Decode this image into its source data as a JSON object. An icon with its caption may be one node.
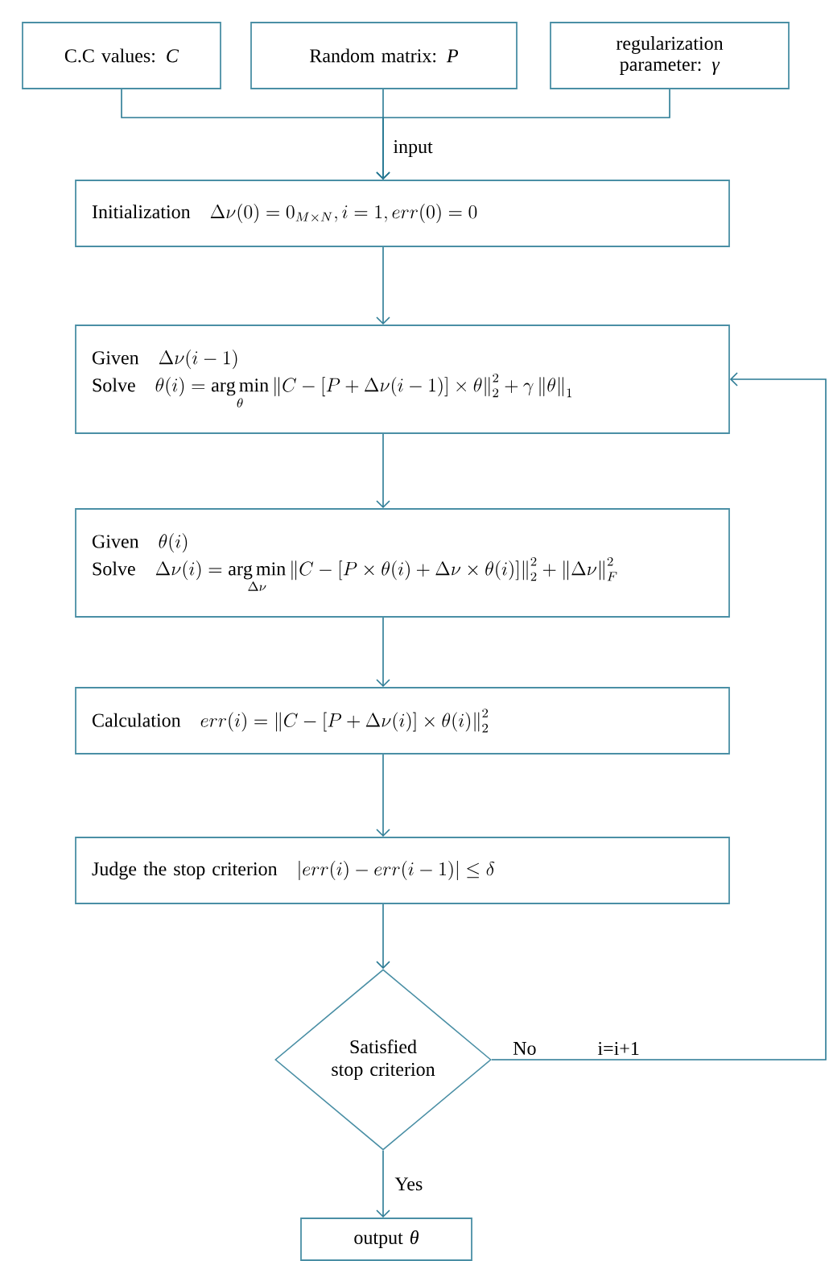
{
  "diagram": {
    "nodes": [
      {
        "text": [
          "C.C values: *C*"
        ]
      },
      {
        "text": [
          "Random matrix: *P*"
        ]
      },
      {
        "text": [
          "regularization parameter: *γ*"
        ]
      },
      {
        "text": [
          "Initialization",
          "\\Delta\\nu(0)=0_{M\\times N}, i=1, err(0)=0"
        ]
      },
      {
        "text": [
          "Given",
          "\\Delta\\nu(i-1)",
          "Solve",
          "\\theta(i)=\\mathop{\\arg\\min}\\limits_{\\theta}\\left\\|C-[P+\\Delta\\nu(i-1)]\\times\\theta\\right\\|_2^2+\\gamma\\left\\|\\theta\\right\\|_1"
        ]
      },
      {
        "text": [
          "Given",
          "\\theta(i)",
          "Solve",
          "\\Delta\\nu(i)=\\mathop{\\arg\\min}\\limits_{\\Delta\\nu}\\left\\|C-[P\\times\\theta(i)+\\Delta\\nu\\times\\theta(i)]\\right\\|_2^2+\\left\\|\\Delta\\nu\\right\\|_F^2"
        ]
      },
      {
        "text": [
          "Calculation",
          "err(i)=\\left\\|C-[P+\\Delta\\nu(i)]\\times\\theta(i)\\right\\|_2^2"
        ]
      },
      {
        "text": [
          "Judge the stop criterion",
          "|err(i)-err(i-1)|\\le\\delta"
        ]
      },
      {
        "text": [
          "Satisfied stop criterion"
        ]
      },
      {
        "text": [
          "output *θ*"
        ]
      }
    ],
    "edges": [
      {
        "from": 0,
        "to": 3,
        "arrow": "to"
      },
      {
        "from": 1,
        "to": 3,
        "arrow": "to",
        "label": "input"
      },
      {
        "from": 2,
        "to": 3,
        "arrow": "to"
      },
      {
        "from": 3,
        "to": 4,
        "arrow": "to"
      },
      {
        "from": 4,
        "to": 5,
        "arrow": "to"
      },
      {
        "from": 5,
        "to": 6,
        "arrow": "to"
      },
      {
        "from": 6,
        "to": 7,
        "arrow": "to"
      },
      {
        "from": 7,
        "to": 8,
        "arrow": "to"
      },
      {
        "from": 8,
        "to": 4,
        "arrow": "to",
        "label": "No"
      },
      {
        "from": 8,
        "to": 9,
        "arrow": "to",
        "label": "Yes"
      }
    ],
    "labels": [
      "i=i+1"
    ]
  }
}
